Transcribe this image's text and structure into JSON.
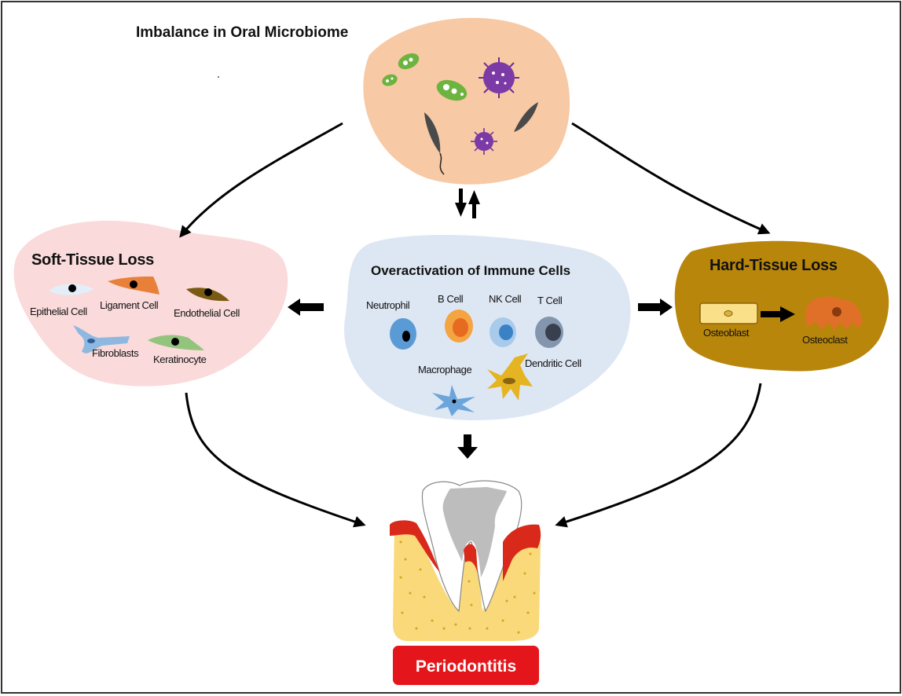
{
  "diagram": {
    "microbiome": {
      "title": "Imbalance in Oral Microbiome",
      "fill": "#F7C9A5"
    },
    "immune": {
      "title": "Overactivation of Immune Cells",
      "fill": "#DDE6F3",
      "cells": {
        "neutrophil": "Neutrophil",
        "b_cell": "B Cell",
        "nk_cell": "NK Cell",
        "t_cell": "T Cell",
        "macrophage": "Macrophage",
        "dendritic": "Dendritic Cell"
      }
    },
    "soft_tissue": {
      "title": "Soft-Tissue Loss",
      "fill": "#FADADA",
      "cells": {
        "epithelial": "Epithelial Cell",
        "ligament": "Ligament Cell",
        "endothelial": "Endothelial Cell",
        "fibroblasts": "Fibroblasts",
        "keratinocyte": "Keratinocyte"
      }
    },
    "hard_tissue": {
      "title": "Hard-Tissue Loss",
      "fill": "#B8860B",
      "cells": {
        "osteoblast": "Osteoblast",
        "osteoclast": "Osteoclast"
      }
    },
    "outcome": {
      "label": "Periodontitis",
      "fill": "#E5161B"
    }
  }
}
